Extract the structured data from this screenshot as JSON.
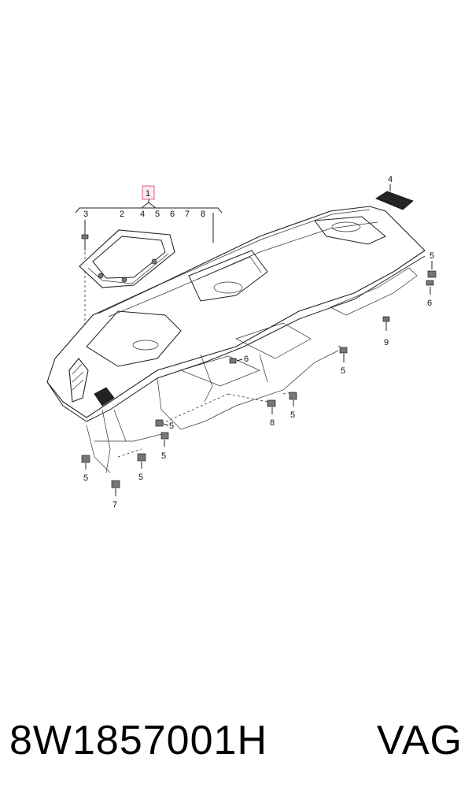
{
  "diagram": {
    "callout_main": "1",
    "group_labels": [
      "3",
      "2",
      "4",
      "5",
      "6",
      "7",
      "8"
    ],
    "labels": {
      "vent_top": "4",
      "clip_right_top": "5",
      "clip_right_mid": "6",
      "bolt_right": "9",
      "clip_right_low": "5",
      "clip_center_6": "6",
      "clip_center_5a": "5",
      "clip_center_8": "8",
      "clip_center_5b": "5",
      "clip_left_5a": "5",
      "clip_left_5b": "5",
      "clip_left_5c": "5",
      "bracket_7": "7"
    }
  },
  "footer": {
    "part_number": "8W1857001H",
    "brand": "VAG"
  }
}
